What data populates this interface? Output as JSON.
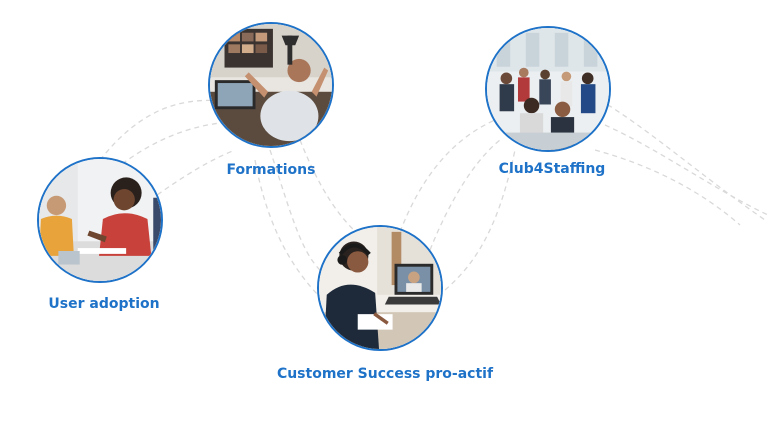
{
  "nodes": [
    {
      "id": "formations",
      "label": "Formations",
      "icon": "video-conference-photo-icon"
    },
    {
      "id": "club4staffing",
      "label": "Club4Staffing",
      "icon": "networking-event-photo-icon"
    },
    {
      "id": "user-adoption",
      "label": "User adoption",
      "icon": "team-meeting-photo-icon"
    },
    {
      "id": "customer-success",
      "label": "Customer Success pro-actif",
      "icon": "video-call-photo-icon"
    }
  ],
  "colors": {
    "accent": "#1e72c8",
    "connector": "#d9d9d9",
    "background": "#ffffff"
  }
}
